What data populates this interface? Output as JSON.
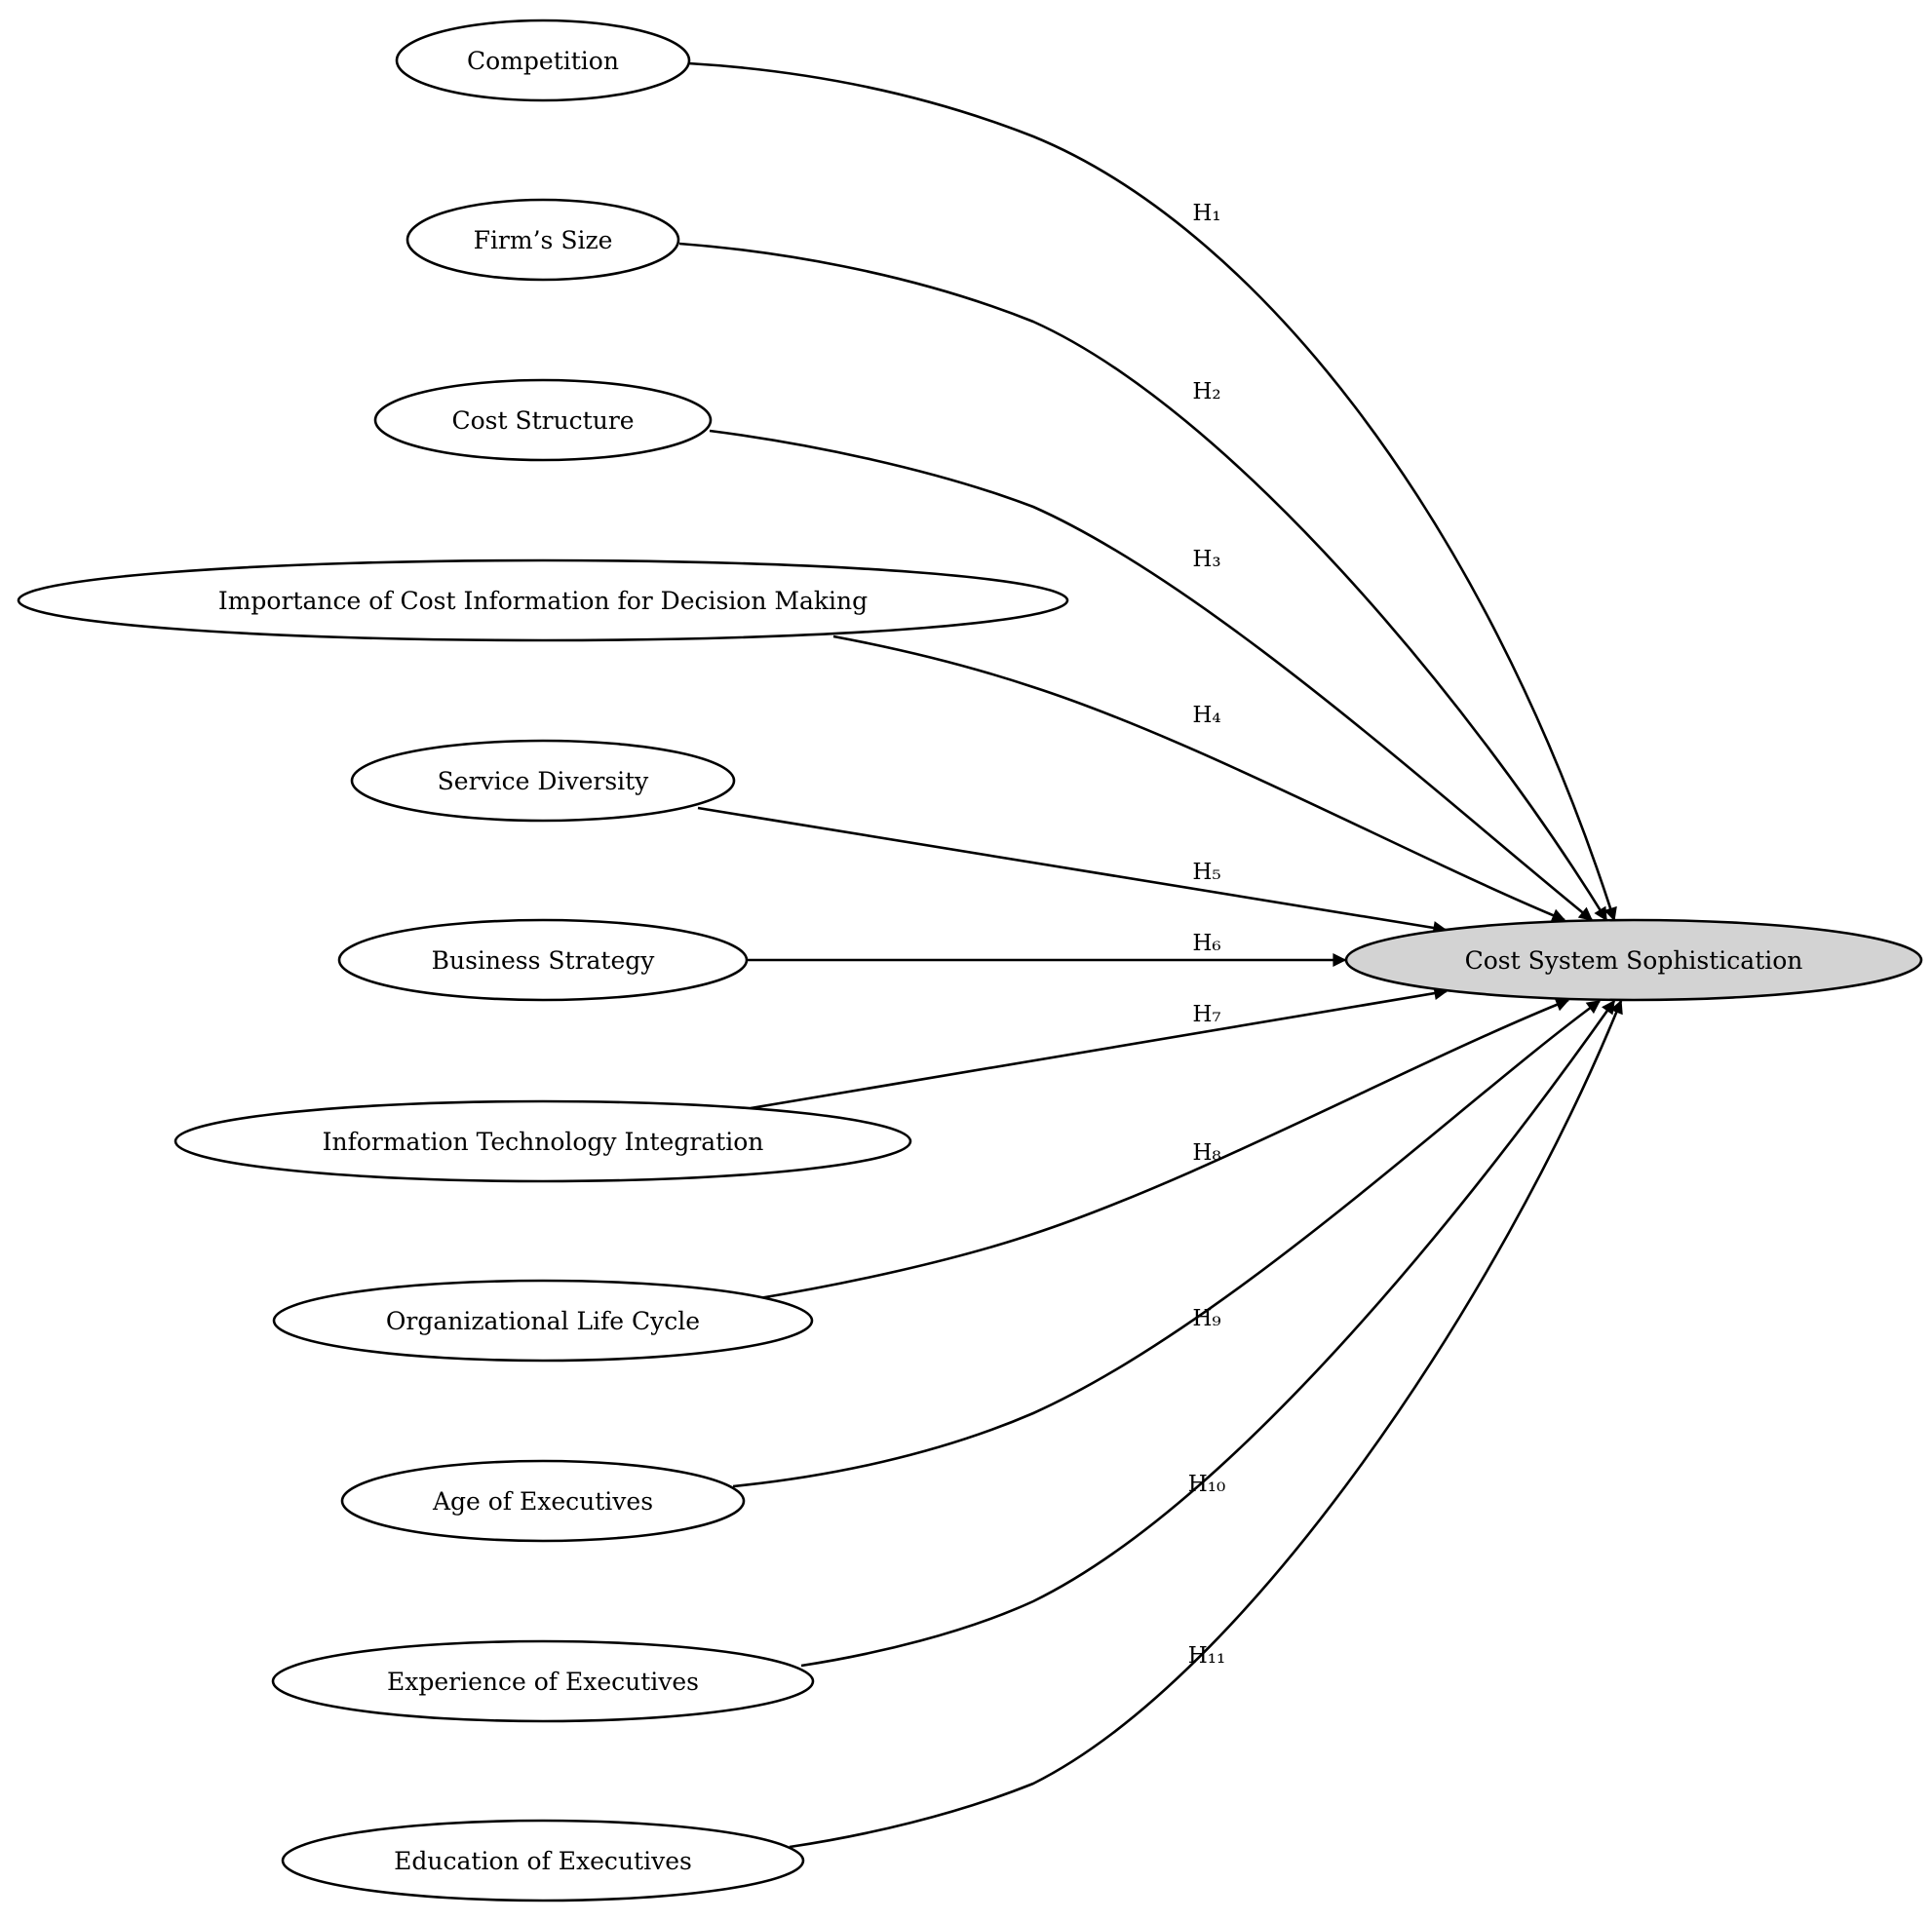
{
  "diagram": {
    "target": {
      "id": "cost-system-sophistication",
      "label": "Cost System Sophistication",
      "fill": "#d3d3d3"
    },
    "sources": [
      {
        "id": "competition",
        "label": "Competition"
      },
      {
        "id": "firms-size",
        "label": "Firm’s Size"
      },
      {
        "id": "cost-structure",
        "label": "Cost Structure"
      },
      {
        "id": "importance-of-cost-information",
        "label": "Importance of Cost Information for Decision Making"
      },
      {
        "id": "service-diversity",
        "label": "Service Diversity"
      },
      {
        "id": "business-strategy",
        "label": "Business Strategy"
      },
      {
        "id": "information-technology-integration",
        "label": "Information Technology Integration"
      },
      {
        "id": "organizational-life-cycle",
        "label": "Organizational Life Cycle"
      },
      {
        "id": "age-of-executives",
        "label": "Age of Executives"
      },
      {
        "id": "experience-of-executives",
        "label": "Experience of Executives"
      },
      {
        "id": "education-of-executives",
        "label": "Education of Executives"
      }
    ],
    "edges": [
      {
        "from": "competition",
        "to": "cost-system-sophistication",
        "label": "H₁"
      },
      {
        "from": "firms-size",
        "to": "cost-system-sophistication",
        "label": "H₂"
      },
      {
        "from": "cost-structure",
        "to": "cost-system-sophistication",
        "label": "H₃"
      },
      {
        "from": "importance-of-cost-information",
        "to": "cost-system-sophistication",
        "label": "H₄"
      },
      {
        "from": "service-diversity",
        "to": "cost-system-sophistication",
        "label": "H₅"
      },
      {
        "from": "business-strategy",
        "to": "cost-system-sophistication",
        "label": "H₆"
      },
      {
        "from": "information-technology-integration",
        "to": "cost-system-sophistication",
        "label": "H₇"
      },
      {
        "from": "organizational-life-cycle",
        "to": "cost-system-sophistication",
        "label": "H₈"
      },
      {
        "from": "age-of-executives",
        "to": "cost-system-sophistication",
        "label": "H₉"
      },
      {
        "from": "experience-of-executives",
        "to": "cost-system-sophistication",
        "label": "H₁₀"
      },
      {
        "from": "education-of-executives",
        "to": "cost-system-sophistication",
        "label": "H₁₁"
      }
    ],
    "colors": {
      "stroke": "#000000",
      "node_fill": "#ffffff",
      "target_fill": "#d3d3d3"
    }
  }
}
